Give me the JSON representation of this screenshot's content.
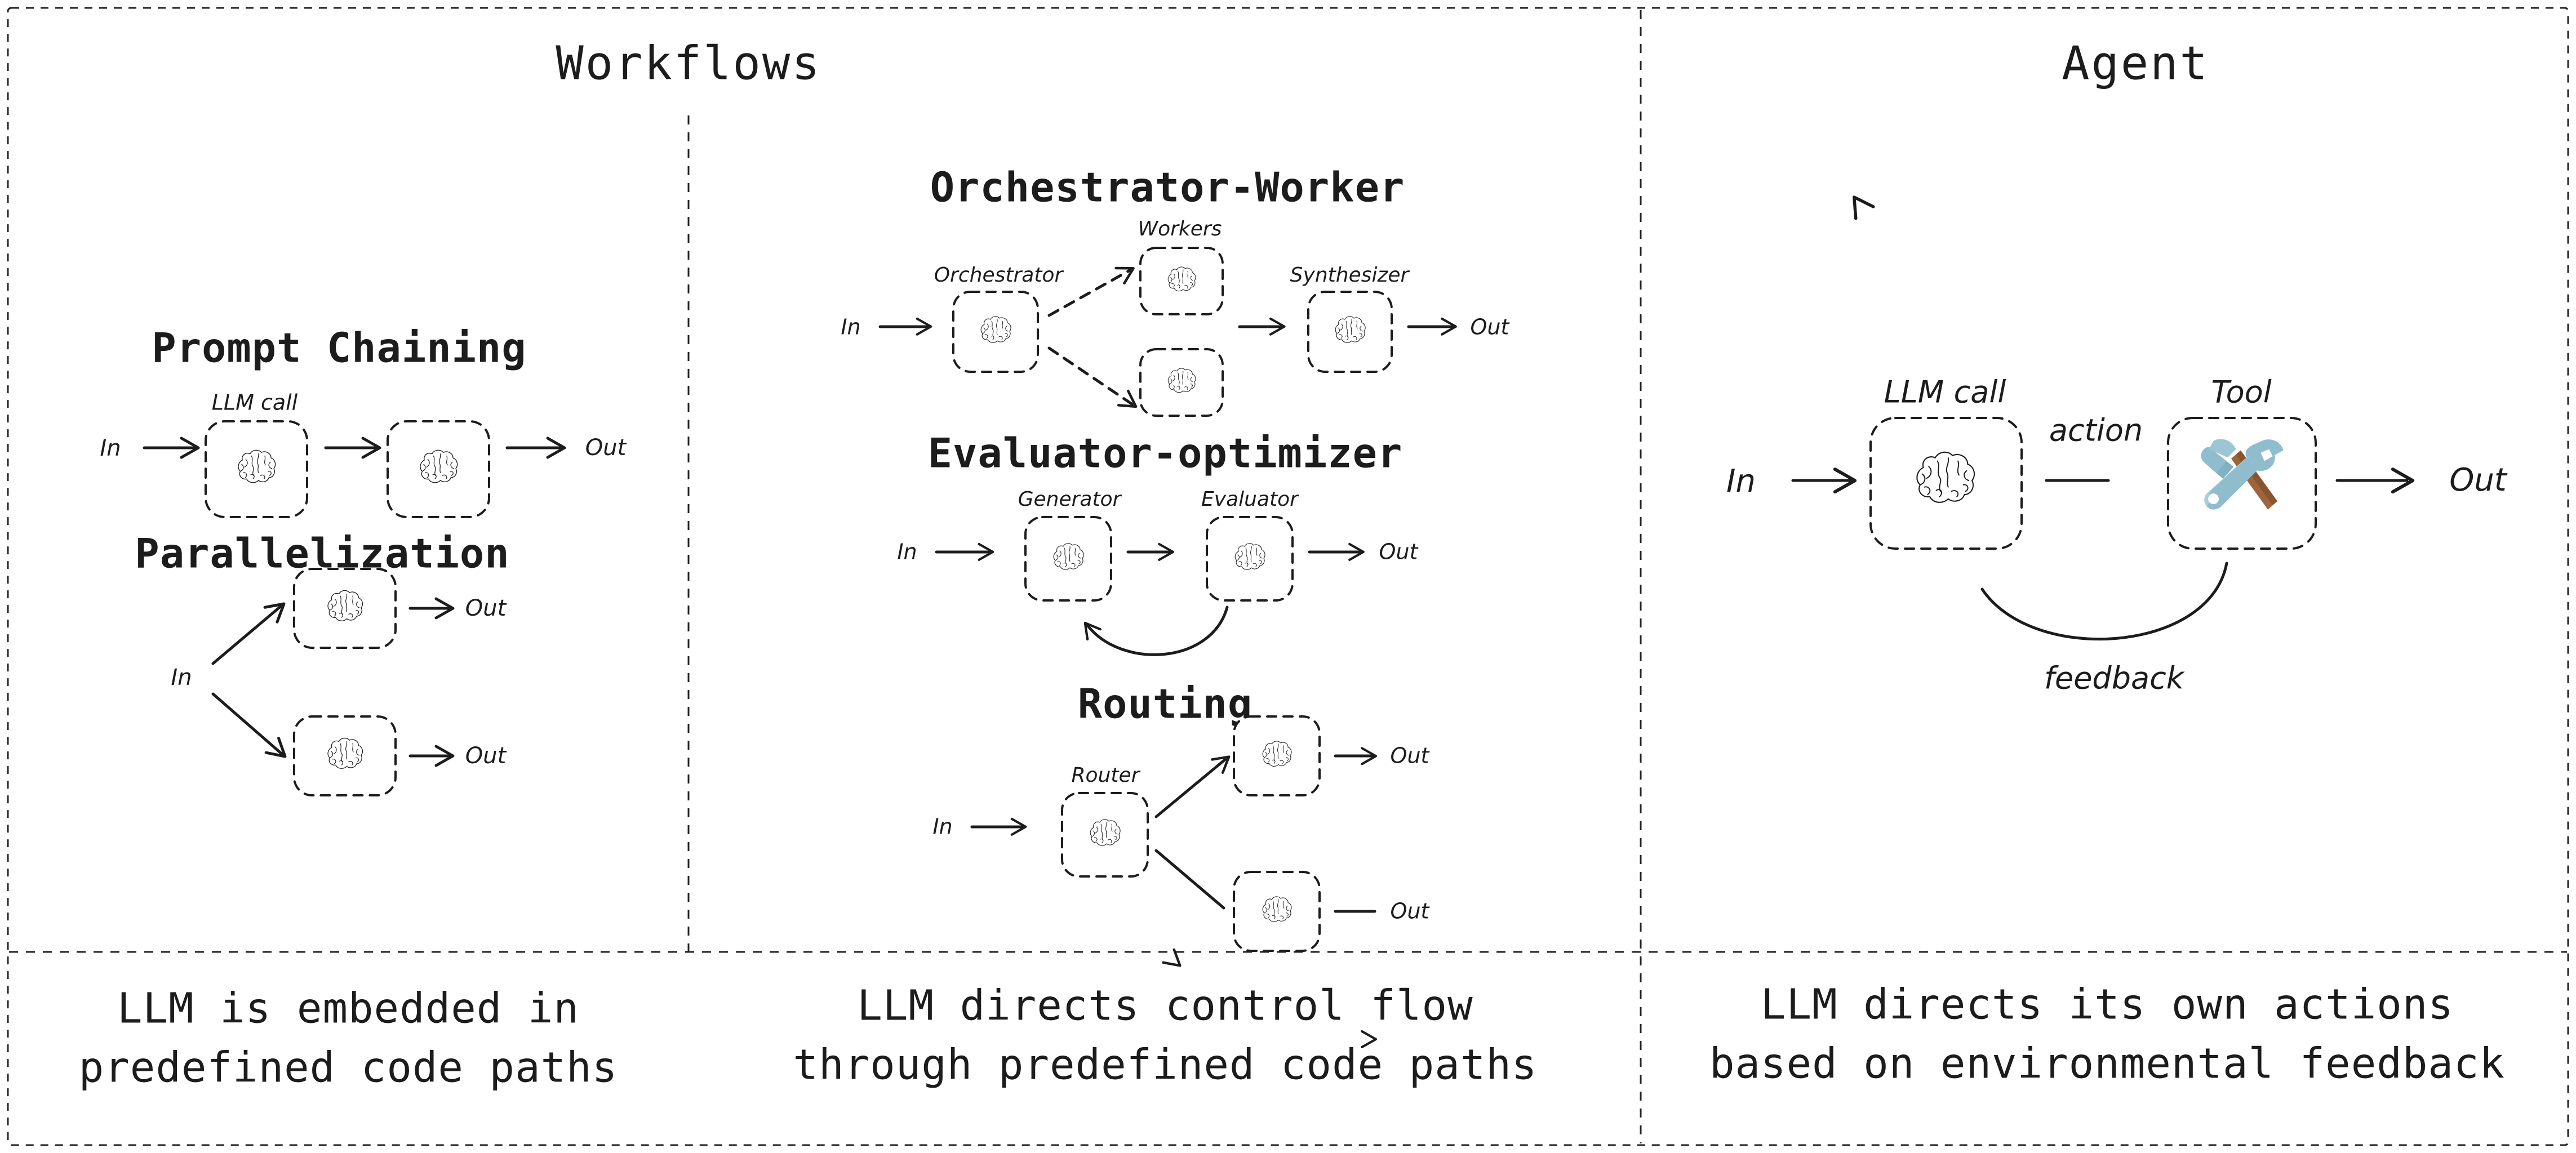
{
  "figure": {
    "background": "#ffffff",
    "ink": "#1c1c1c",
    "columns": [
      {
        "id": "workflows",
        "header": "Workflows"
      },
      {
        "id": "agent",
        "header": "Agent"
      }
    ]
  },
  "headers": {
    "workflows": "Workflows",
    "agent": "Agent"
  },
  "captions": {
    "left": {
      "line1": "LLM is embedded in",
      "line2": "predefined code paths"
    },
    "middle": {
      "line1": "LLM directs control flow",
      "line2": "through predefined code paths"
    },
    "right": {
      "line1": "LLM directs its own actions",
      "line2": "based on environmental feedback"
    }
  },
  "sections": {
    "prompt_chaining": {
      "title": "Prompt Chaining",
      "node_label": "LLM call",
      "input": "In",
      "output": "Out",
      "nodes": [
        "llm-call-1",
        "llm-call-2"
      ]
    },
    "parallelization": {
      "title": "Parallelization",
      "input": "In",
      "output_top": "Out",
      "output_bottom": "Out",
      "nodes": [
        "llm-call-top",
        "llm-call-bottom"
      ]
    },
    "orchestrator_worker": {
      "title": "Orchestrator-Worker",
      "input": "In",
      "output": "Out",
      "label_orchestrator": "Orchestrator",
      "label_workers": "Workers",
      "label_synthesizer": "Synthesizer",
      "nodes": [
        "orchestrator",
        "worker-top",
        "worker-bottom",
        "synthesizer"
      ]
    },
    "evaluator_optimizer": {
      "title": "Evaluator-optimizer",
      "input": "In",
      "output": "Out",
      "label_generator": "Generator",
      "label_evaluator": "Evaluator",
      "nodes": [
        "generator",
        "evaluator"
      ]
    },
    "routing": {
      "title": "Routing",
      "input": "In",
      "label_router": "Router",
      "output_top": "Out",
      "output_bottom": "Out",
      "nodes": [
        "router",
        "route-target-top",
        "route-target-bottom"
      ]
    },
    "agent": {
      "input": "In",
      "output": "Out",
      "label_llm_call": "LLM call",
      "label_tool": "Tool",
      "label_action": "action",
      "label_feedback": "feedback",
      "nodes": [
        "llm-call",
        "tool"
      ]
    }
  },
  "icons": {
    "brain": "brain-icon",
    "tool": "hammer-and-wrench-icon"
  },
  "colors": {
    "tool_metal": "#8FBDCD",
    "tool_metal_dark": "#6FA3B5",
    "tool_handle": "#A0643C",
    "tool_handle_dark": "#8A5430",
    "ink": "#1c1c1c"
  }
}
